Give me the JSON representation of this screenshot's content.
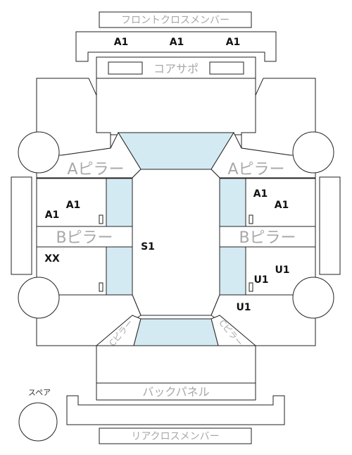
{
  "labels": {
    "front_cross_member": "フロントクロスメンバー",
    "core_support": "コアサポ",
    "a_pillar_left": "Aピラー",
    "a_pillar_right": "Aピラー",
    "b_pillar_left": "Bピラー",
    "b_pillar_right": "Bピラー",
    "back_panel": "バックパネル",
    "rear_cross_member": "リアクロスメンバー",
    "spare": "スペア",
    "c_pillar_left": "Cピラー",
    "c_pillar_right": "Cピラー"
  },
  "codes": {
    "front_1": "A1",
    "front_2": "A1",
    "front_3": "A1",
    "left_front_door_a": "A1",
    "left_front_door_b": "A1",
    "right_front_door_a": "A1",
    "right_front_door_b": "A1",
    "roof": "S1",
    "left_rear_door": "XX",
    "right_rear_door_a": "U1",
    "right_rear_door_b": "U1",
    "right_rear_quarter": "U1"
  },
  "colors": {
    "glass": "#d4eaf2",
    "outline": "#222222",
    "label_gray": "#a8a8a8"
  }
}
